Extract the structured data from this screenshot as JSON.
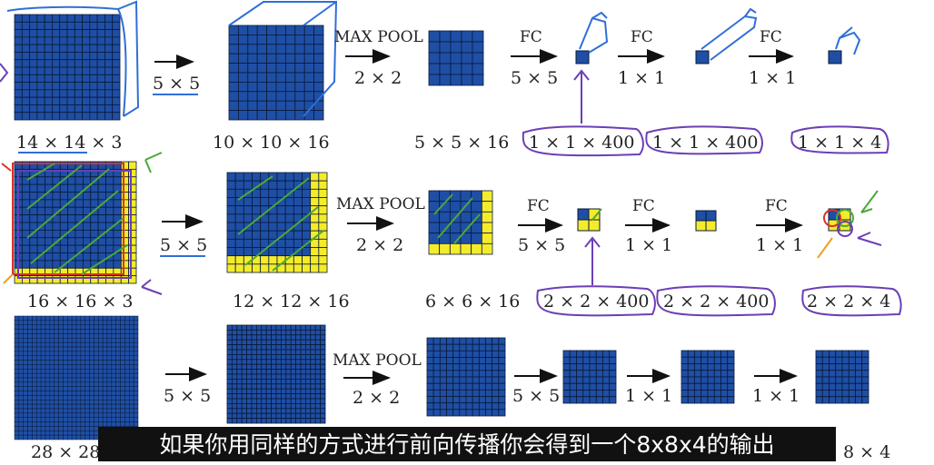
{
  "colors": {
    "blue": "#1f4fa5",
    "yellow": "#f4ec2a",
    "grid": "#0a1a3a",
    "pen_blue": "#2f6fd8",
    "pen_purple": "#6b3fb5",
    "pen_green": "#4aa83a",
    "pen_red": "#d8322a",
    "pen_orange": "#f0a020"
  },
  "row1": {
    "conv_arrow": "5 × 5",
    "pool_label": "MAX POOL",
    "pool_arrow": "2 × 2",
    "fc1": "FC",
    "fc1_size": "5 × 5",
    "fc2": "FC",
    "fc2_size": "1 × 1",
    "fc3": "FC",
    "fc3_size": "1 × 1",
    "dims": [
      "14 × 14 × 3",
      "10 × 10 × 16",
      "5 × 5 × 16",
      "1 × 1 × 400",
      "1 × 1 × 400",
      "1 × 1 × 4"
    ]
  },
  "row2": {
    "conv_arrow": "5 × 5",
    "pool_label": "MAX POOL",
    "pool_arrow": "2 × 2",
    "fc1": "FC",
    "fc1_size": "5 × 5",
    "fc2": "FC",
    "fc2_size": "1 × 1",
    "fc3": "FC",
    "fc3_size": "1 × 1",
    "dims": [
      "16 × 16 × 3",
      "12 × 12 × 16",
      "6 × 6 × 16",
      "2 × 2 × 400",
      "2 × 2 × 400",
      "2 × 2 × 4"
    ]
  },
  "row3": {
    "conv_arrow": "5 × 5",
    "pool_label": "MAX POOL",
    "pool_arrow": "2 × 2",
    "fc1_size": "5 × 5",
    "fc2_size": "1 × 1",
    "fc3_size": "1 × 1",
    "dims_visible": [
      "28 × 28",
      "8 × 4"
    ]
  },
  "subtitle": "如果你用同样的方式进行前向传播你会得到一个8x8x4的输出"
}
